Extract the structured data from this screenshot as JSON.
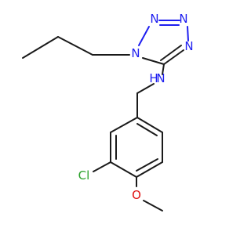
{
  "molecule": {
    "atoms": {
      "n_tet_1": "N",
      "n_tet_2": "N",
      "n_tet_3": "N",
      "n_tet_4": "N",
      "n_amine": "N",
      "h_amine": "H",
      "chlorine": "Cl",
      "oxygen": "O"
    },
    "colors": {
      "nitrogen": "#1f1ff0",
      "chlorine": "#2aa12a",
      "oxygen": "#e01010",
      "carbon_bond": "#1a1a1a"
    }
  }
}
